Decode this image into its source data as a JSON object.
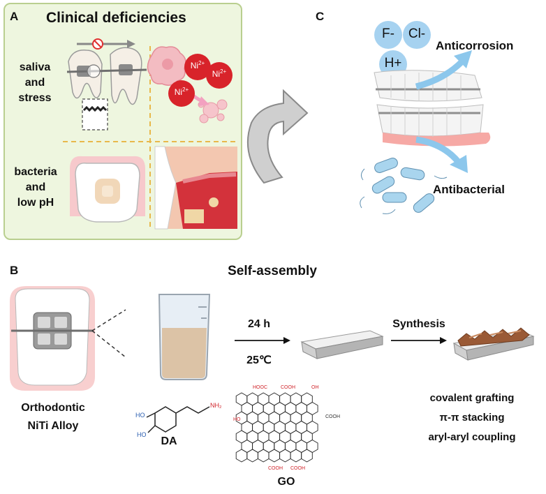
{
  "panelA": {
    "letter": "A",
    "title": "Clinical deficiencies",
    "label_saliva": "saliva",
    "label_and1": "and",
    "label_stress": "stress",
    "label_bacteria": "bacteria",
    "label_and2": "and",
    "label_lowph": "low pH",
    "ion": "Ni",
    "ion_charge": "2+"
  },
  "panelC": {
    "letter": "C",
    "ion_f": "F-",
    "ion_cl": "Cl-",
    "ion_h": "H+",
    "label_anticorrosion": "Anticorrosion",
    "label_antibacterial": "Antibacterial"
  },
  "panelB": {
    "letter": "B",
    "title": "Self-assembly",
    "alloy_line1": "Orthodontic",
    "alloy_line2": "NiTi Alloy",
    "time": "24 h",
    "temperature": "25℃",
    "synthesis": "Synthesis",
    "da_label": "DA",
    "go_label": "GO",
    "mech1": "covalent grafting",
    "mech2": "π-π stacking",
    "mech3": "aryl-aryl coupling",
    "da_ho1": "HO",
    "da_ho2": "HO",
    "da_nh2": "NH₂",
    "go_cooh": "COOH",
    "go_hooc": "HOOC",
    "go_ho": "HO",
    "go_oh": "OH"
  }
}
